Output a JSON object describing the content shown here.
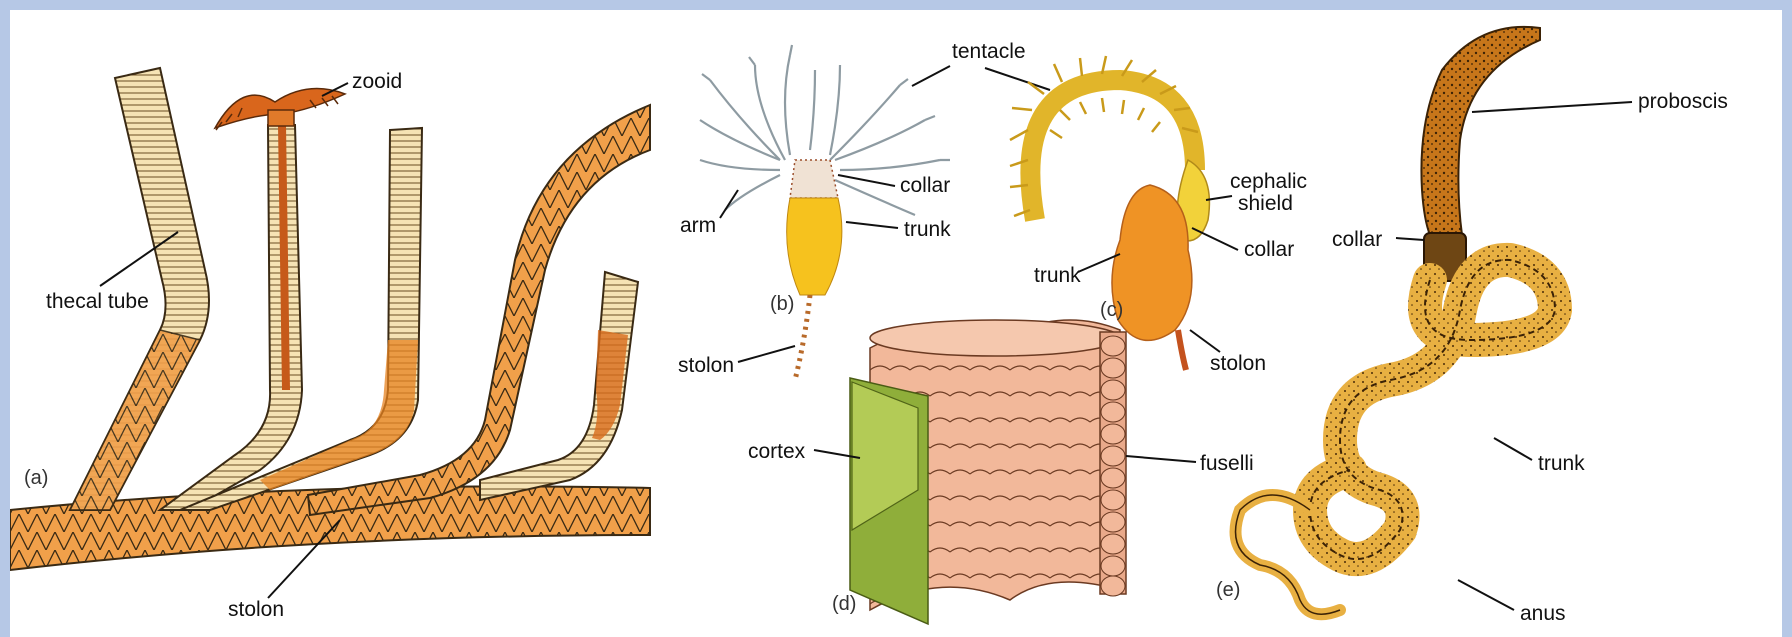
{
  "panels": {
    "a": {
      "tag": "(a)",
      "labels": {
        "zooid": "zooid",
        "thecal_tube": "thecal tube",
        "stolon": "stolon"
      }
    },
    "b": {
      "tag": "(b)",
      "labels": {
        "tentacle": "tentacle",
        "collar": "collar",
        "arm": "arm",
        "trunk": "trunk",
        "stolon": "stolon"
      }
    },
    "c": {
      "tag": "(c)",
      "labels": {
        "cephalic_shield": [
          "cephalic",
          "shield"
        ],
        "collar": "collar",
        "trunk": "trunk",
        "stolon": "stolon"
      }
    },
    "d": {
      "tag": "(d)",
      "labels": {
        "cortex": "cortex",
        "fuselli": "fuselli"
      }
    },
    "e": {
      "tag": "(e)",
      "labels": {
        "proboscis": "proboscis",
        "collar": "collar",
        "trunk": "trunk",
        "anus": "anus"
      }
    }
  },
  "colors": {
    "frame": "#b6c8e6",
    "tube_fill": "#f6e3b4",
    "tube_band": "#e5821f",
    "tube_line": "#3a2a14",
    "zooid": "#d9661c",
    "tentacle_b": "#9aa7ad",
    "trunk_b": "#f6c21e",
    "tentacle_c": "#e1b52a",
    "trunk_c": "#ef9325",
    "fuselli": "#f2b89a",
    "cortex": "#8fae3a",
    "worm_dark": "#5a3a14",
    "worm_light": "#e9b54a"
  }
}
